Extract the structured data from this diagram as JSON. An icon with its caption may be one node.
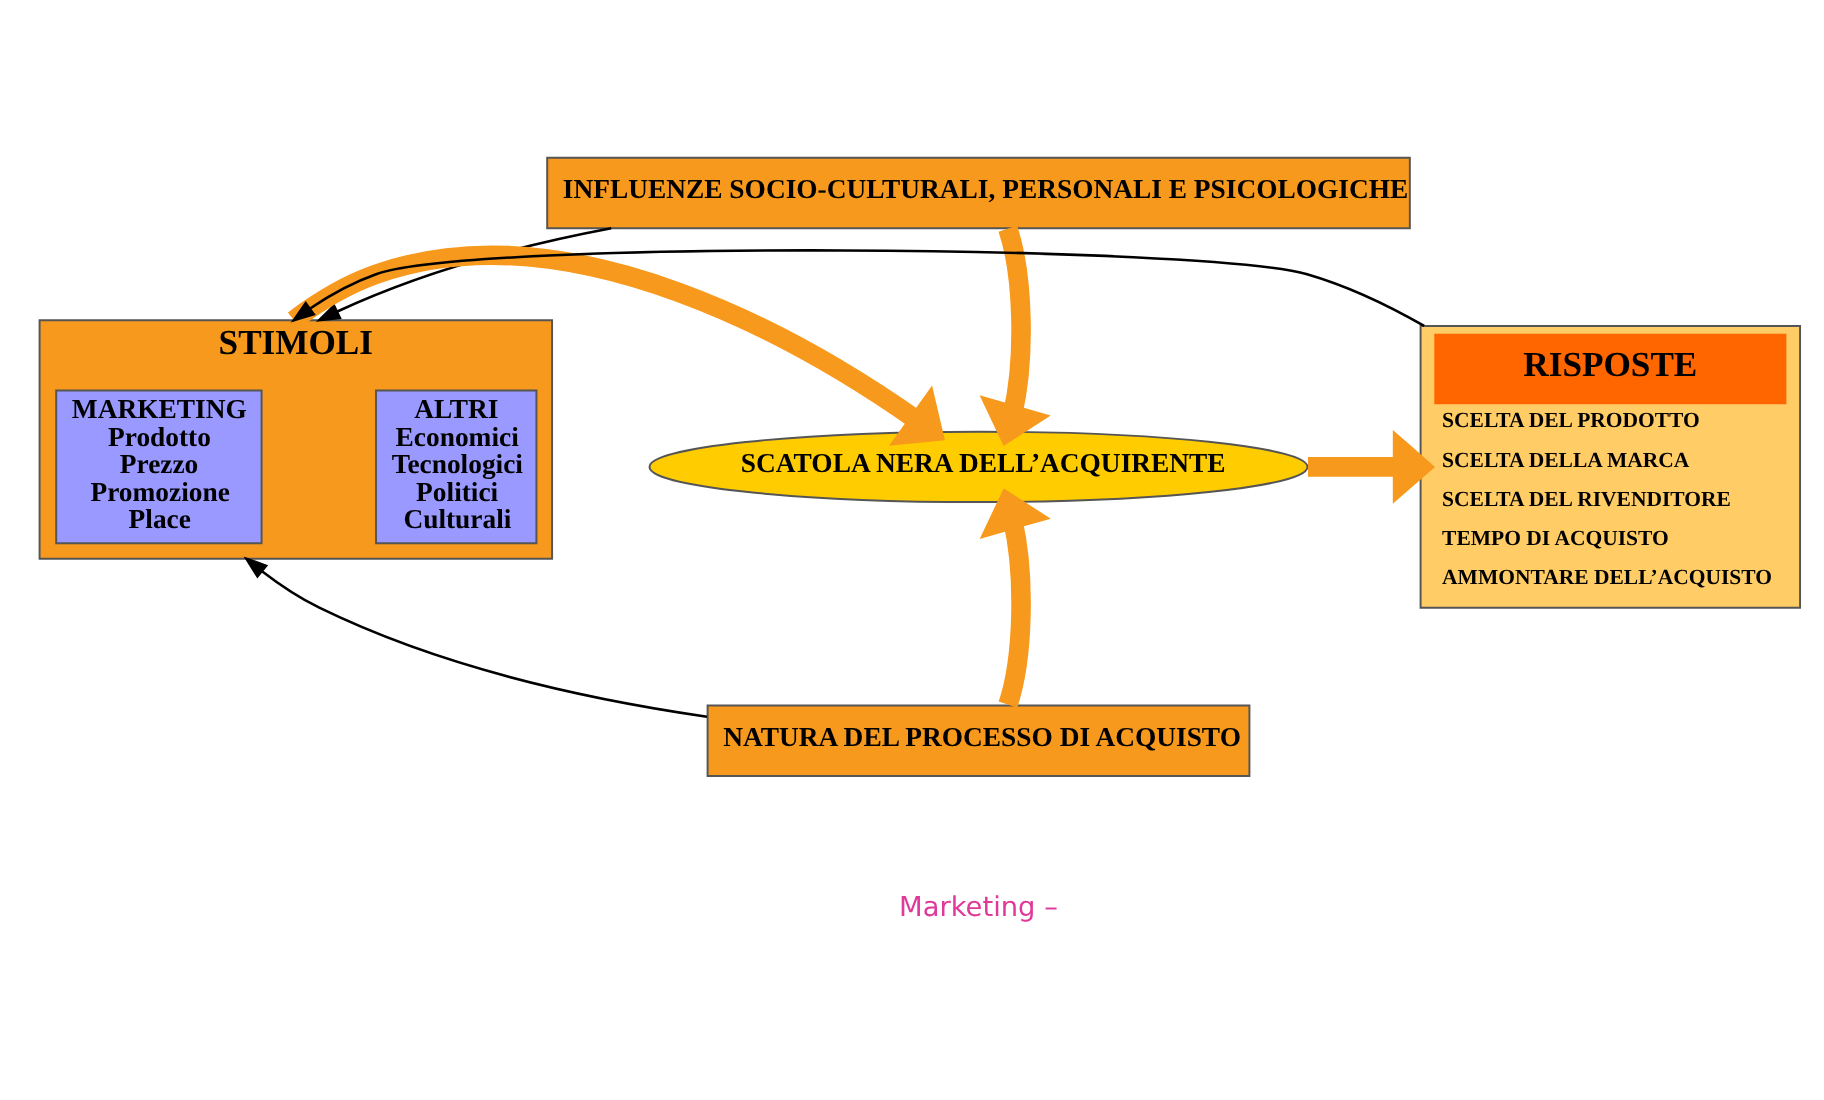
{
  "diagram": {
    "nodes": [
      {
        "text": [
          "INFLUENZE SOCIO-CULTURALI, PERSONALI E PSICOLOGICHE"
        ]
      },
      {
        "text": [
          "STIMOLI"
        ]
      },
      {
        "text": [
          "MARKETING",
          "Prodotto",
          "Prezzo",
          "Promozione",
          "Place"
        ],
        "in": 1
      },
      {
        "text": [
          "ALTRI",
          "Economici",
          "Tecnologici",
          "Politici",
          "Culturali"
        ],
        "in": 1
      },
      {
        "text": [
          "SCATOLA NERA DELL’ACQUIRENTE"
        ]
      },
      {
        "text": [
          "RISPOSTE",
          "SCELTA DEL PRODOTTO",
          "SCELTA DELLA MARCA",
          "SCELTA DEL RIVENDITORE",
          "TEMPO DI ACQUISTO",
          "AMMONTARE DELL’ACQUISTO"
        ]
      },
      {
        "text": [
          "NATURA DEL PROCESSO DI ACQUISTO"
        ]
      }
    ],
    "edges": [
      {
        "from": 0,
        "to": 1,
        "arrow": "to",
        "color": "#000000"
      },
      {
        "from": 0,
        "to": 4,
        "arrow": "to"
      },
      {
        "from": 1,
        "to": 4,
        "arrow": "to"
      },
      {
        "from": 4,
        "to": 5,
        "arrow": "to"
      },
      {
        "from": 6,
        "to": 4,
        "arrow": "to"
      },
      {
        "from": 6,
        "to": 1,
        "arrow": "to",
        "color": "#000000"
      },
      {
        "from": 5,
        "to": 1,
        "arrow": "to",
        "color": "#000000"
      }
    ],
    "labels": [
      "Marketing –"
    ]
  }
}
